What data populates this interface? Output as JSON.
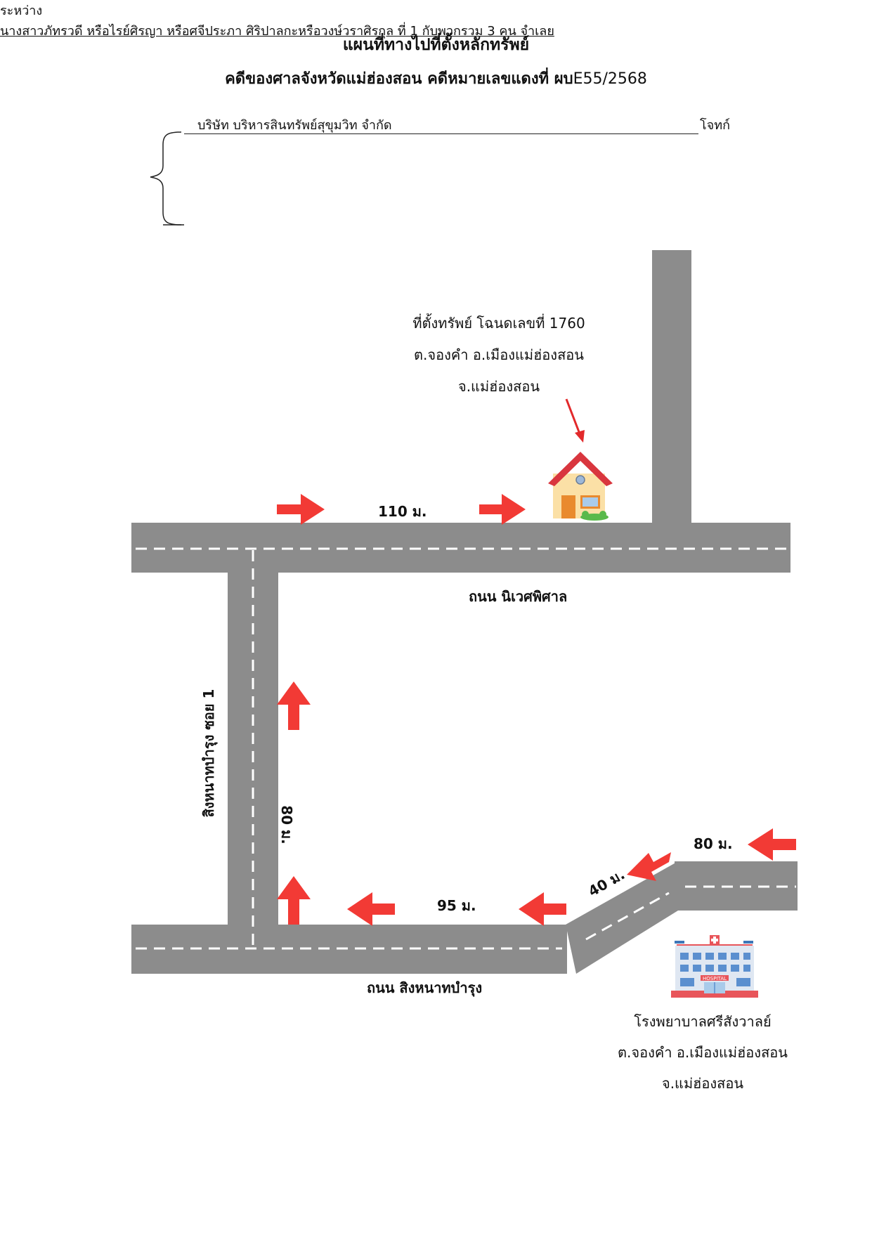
{
  "document": {
    "title": "แผนที่ทางไปที่ตั้งหลักทรัพย์",
    "subtitle_prefix": "คดีของศาลจังหวัดแม่ฮ่องสอน คดีหมายเลขแดงที่ ผบ",
    "case_number": "E55/2568",
    "between_label": "ระหว่าง",
    "plaintiff_name": "บริษัท บริหารสินทรัพย์สุขุมวิท จำกัด",
    "plaintiff_role": "โจทก์",
    "defendant_text": "นางสาวภัทรวดี หรือไรย์ศิรญา หรือศจีประภา ศิริปาลกะหรือวงษ์วราศิรกุล ที่ 1 กับพวกรวม 3 คน จำเลย"
  },
  "property": {
    "line1": "ที่ตั้งทรัพย์ โฉนดเลขที่ 1760",
    "line2": "ต.จองคำ อ.เมืองแม่ฮ่องสอน",
    "line3": "จ.แม่ฮ่องสอน",
    "icon": "house-icon"
  },
  "hospital": {
    "line1": "โรงพยาบาลศรีสังวาลย์",
    "line2": "ต.จองคำ อ.เมืองแม่ฮ่องสอน",
    "line3": "จ.แม่ฮ่องสอน",
    "sign": "HOSPITAL",
    "icon": "hospital-icon"
  },
  "roads": {
    "top_road": "ถนน นิเวศพิศาล",
    "bottom_road": "ถนน สิงหนาทบำรุง",
    "soi": "สิงหนาทบำรุง ซอย 1"
  },
  "distances": {
    "d110": "110 ม.",
    "d80_vertical": "80 ม.",
    "d95": "95 ม.",
    "d40": "40 ม.",
    "d80_right": "80 ม."
  },
  "colors": {
    "road": "#8c8c8c",
    "arrow": "#f23a35",
    "lane_marking": "#ffffff"
  }
}
